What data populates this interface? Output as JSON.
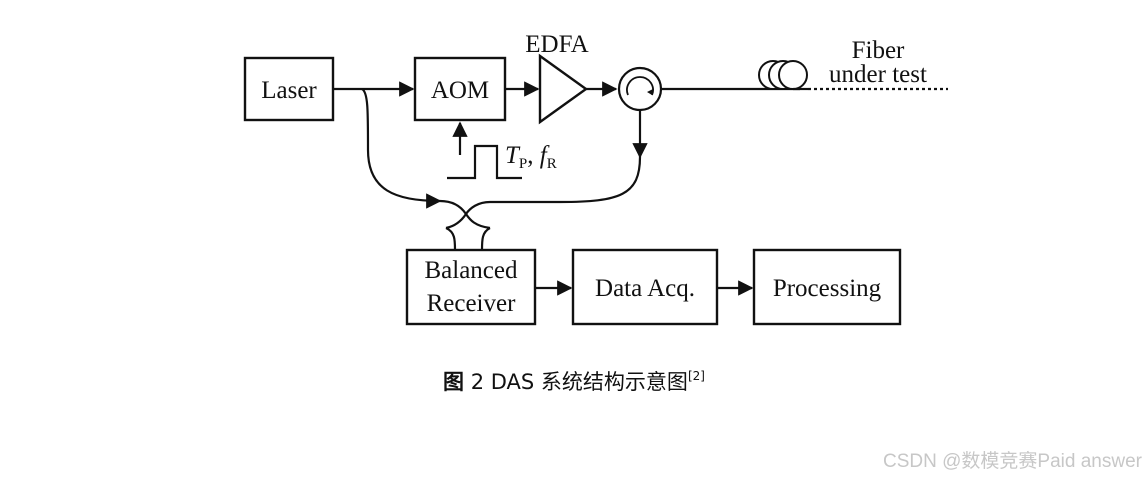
{
  "diagram": {
    "blocks": {
      "laser": "Laser",
      "aom": "AOM",
      "edfa": "EDFA",
      "fiber_line1": "Fiber",
      "fiber_line2": "under test",
      "pulse_tp": "T",
      "pulse_tp_sub": "P",
      "pulse_sep": ", ",
      "pulse_fr": "f",
      "pulse_fr_sub": "R",
      "balanced_line1": "Balanced",
      "balanced_line2": "Receiver",
      "data_acq": "Data Acq.",
      "processing": "Processing"
    }
  },
  "caption": {
    "prefix": "图",
    "text": " 2 DAS 系统结构示意图",
    "ref": "[2]"
  },
  "watermark": "CSDN @数模竞赛Paid answer"
}
